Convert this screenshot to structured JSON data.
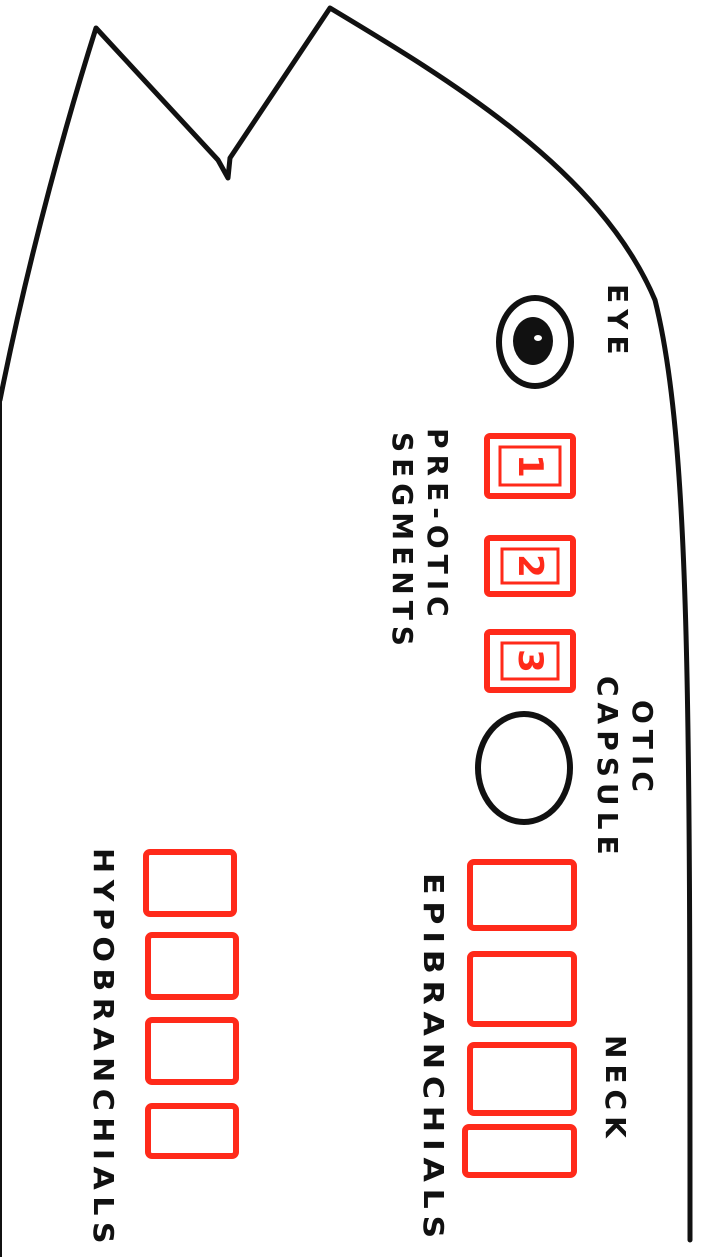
{
  "labels": {
    "eye": "EYE",
    "pre_otic_line1": "PRE-OTIC",
    "pre_otic_line2": "SEGMENTS",
    "otic_line1": "OTIC",
    "otic_line2": "CAPSULE",
    "neck": "NECK",
    "epibranchials": "EPIBRANCHIALS",
    "hypobranchials": "HYPOBRANCHIALS"
  },
  "segments": {
    "pre_otic": [
      "1",
      "2",
      "3"
    ],
    "epibranchial_count": 4,
    "hypobranchial_count": 4
  },
  "colors": {
    "outline": "#111111",
    "segment": "#ff2a1a"
  }
}
